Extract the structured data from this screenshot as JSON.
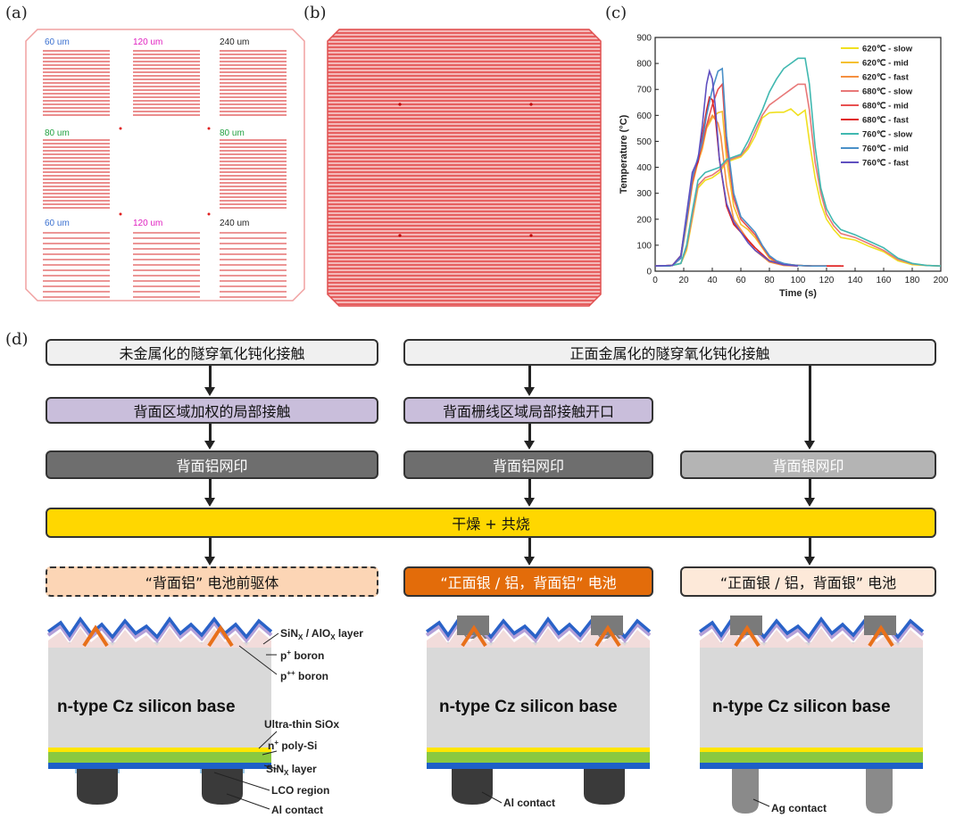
{
  "panels": {
    "a": "(a)",
    "b": "(b)",
    "c": "(c)",
    "d": "(d)"
  },
  "panel_a": {
    "widths_top": [
      "60 um",
      "120 um",
      "240 um"
    ],
    "widths_mid": [
      "80 um",
      "80 um"
    ],
    "widths_bot": [
      "60 um",
      "120 um",
      "240 um"
    ]
  },
  "flow": {
    "top_left": "未金属化的隧穿氧化钝化接触",
    "top_right": "正面金属化的隧穿氧化钝化接触",
    "step2_left": "背面区域加权的局部接触",
    "step2_mid": "背面栅线区域局部接触开口",
    "print_left": "背面铝网印",
    "print_mid": "背面铝网印",
    "print_right": "背面银网印",
    "fire": "干燥 + 共烧",
    "out_left": "“背面铝” 电池前驱体",
    "out_mid": "“正面银 / 铝，背面铝” 电池",
    "out_right": "“正面银 / 铝，背面银” 电池"
  },
  "cross_section": {
    "base_label": "n-type Cz silicon base",
    "layer_sin_alo": "SiN",
    "layer_sin_alo_sub1": "X",
    "layer_sin_alo_mid": " / AlO",
    "layer_sin_alo_sub2": "X",
    "layer_sin_alo_end": " layer",
    "p_boron": "p",
    "p_boron_sup": "+",
    "p_boron_end": " boron",
    "pp_boron": "p",
    "pp_boron_sup": "++",
    "pp_boron_end": " boron",
    "siox": "Ultra-thin SiOx",
    "npoly": "n",
    "npoly_sup": "+",
    "npoly_end": " poly-Si",
    "sinx": "SiN",
    "sinx_sub": "X",
    "sinx_end": " layer",
    "lco": "LCO region",
    "al_contact_left": "Al contact",
    "al_contact_mid": "Al contact",
    "ag_contact_right": "Ag contact"
  },
  "chart_data": {
    "type": "line",
    "xlabel": "Time (s)",
    "ylabel": "Temperature (°C)",
    "xlim": [
      0,
      200
    ],
    "ylim": [
      0,
      900
    ],
    "xticks": [
      0,
      20,
      40,
      60,
      80,
      100,
      120,
      140,
      160,
      180,
      200
    ],
    "yticks": [
      0,
      100,
      200,
      300,
      400,
      500,
      600,
      700,
      800,
      900
    ],
    "legend_position": "top-right",
    "series": [
      {
        "name": "620℃ - slow",
        "color": "#f0e020",
        "x": [
          0,
          10,
          18,
          22,
          26,
          30,
          35,
          40,
          45,
          50,
          55,
          60,
          65,
          70,
          75,
          80,
          85,
          90,
          95,
          100,
          105,
          108,
          112,
          116,
          120,
          125,
          130,
          140,
          150,
          160,
          170,
          180,
          190,
          200
        ],
        "y": [
          20,
          20,
          30,
          80,
          200,
          320,
          350,
          360,
          380,
          420,
          430,
          440,
          470,
          520,
          590,
          610,
          612,
          612,
          625,
          600,
          620,
          500,
          360,
          260,
          200,
          160,
          130,
          120,
          95,
          75,
          40,
          25,
          22,
          20
        ]
      },
      {
        "name": "620℃ - mid",
        "color": "#f5c030",
        "x": [
          0,
          12,
          18,
          22,
          26,
          30,
          33,
          36,
          40,
          44,
          47,
          50,
          55,
          60,
          65,
          70,
          75,
          80,
          85,
          90,
          95,
          100,
          110,
          120
        ],
        "y": [
          20,
          22,
          50,
          180,
          330,
          420,
          470,
          550,
          590,
          610,
          615,
          430,
          250,
          180,
          160,
          130,
          90,
          50,
          30,
          25,
          25,
          22,
          20,
          20
        ]
      },
      {
        "name": "620℃ - fast",
        "color": "#f59040",
        "x": [
          0,
          12,
          18,
          22,
          26,
          30,
          33,
          36,
          40,
          44,
          46,
          50,
          55,
          60,
          65,
          70,
          80,
          90,
          100
        ],
        "y": [
          20,
          22,
          60,
          200,
          360,
          420,
          480,
          560,
          600,
          570,
          520,
          330,
          200,
          160,
          120,
          80,
          35,
          22,
          20
        ]
      },
      {
        "name": "680℃ - slow",
        "color": "#e87878",
        "x": [
          0,
          10,
          18,
          22,
          26,
          30,
          35,
          40,
          45,
          50,
          55,
          60,
          65,
          70,
          75,
          80,
          85,
          90,
          95,
          100,
          105,
          108,
          112,
          116,
          120,
          125,
          130,
          140,
          150,
          160,
          170,
          180,
          190,
          200
        ],
        "y": [
          20,
          20,
          30,
          90,
          210,
          330,
          360,
          370,
          390,
          425,
          435,
          445,
          480,
          540,
          600,
          640,
          660,
          680,
          700,
          720,
          720,
          620,
          420,
          300,
          220,
          175,
          145,
          130,
          105,
          80,
          45,
          28,
          22,
          20
        ]
      },
      {
        "name": "680℃ - mid",
        "color": "#e85050",
        "x": [
          0,
          12,
          18,
          22,
          26,
          30,
          33,
          36,
          40,
          44,
          47,
          50,
          55,
          60,
          65,
          70,
          75,
          80,
          85,
          90,
          95,
          100,
          110,
          120,
          130
        ],
        "y": [
          20,
          22,
          50,
          190,
          340,
          430,
          490,
          560,
          640,
          700,
          720,
          480,
          280,
          200,
          170,
          140,
          95,
          55,
          35,
          28,
          25,
          22,
          20,
          20,
          20
        ]
      },
      {
        "name": "680℃ - fast",
        "color": "#e02020",
        "x": [
          0,
          12,
          18,
          22,
          26,
          30,
          33,
          36,
          38,
          40,
          42,
          45,
          50,
          55,
          60,
          65,
          70,
          80,
          90,
          100,
          110,
          120,
          132
        ],
        "y": [
          20,
          22,
          60,
          210,
          370,
          420,
          520,
          620,
          670,
          660,
          600,
          430,
          250,
          180,
          150,
          120,
          90,
          40,
          25,
          22,
          20,
          20,
          20
        ]
      },
      {
        "name": "760℃ - slow",
        "color": "#40b8b0",
        "x": [
          0,
          10,
          18,
          22,
          26,
          30,
          35,
          40,
          45,
          50,
          55,
          60,
          65,
          70,
          75,
          80,
          85,
          90,
          95,
          100,
          105,
          108,
          112,
          116,
          120,
          125,
          130,
          140,
          150,
          160,
          170,
          180,
          190,
          200
        ],
        "y": [
          20,
          20,
          30,
          100,
          230,
          350,
          380,
          390,
          400,
          430,
          440,
          450,
          500,
          560,
          620,
          690,
          740,
          780,
          800,
          820,
          820,
          720,
          480,
          320,
          240,
          190,
          160,
          140,
          115,
          90,
          50,
          30,
          22,
          20
        ]
      },
      {
        "name": "760℃ - mid",
        "color": "#4a90c8",
        "x": [
          0,
          12,
          18,
          22,
          26,
          30,
          33,
          36,
          40,
          44,
          47,
          50,
          55,
          60,
          65,
          70,
          75,
          80,
          85,
          90,
          95,
          100,
          110,
          120
        ],
        "y": [
          20,
          22,
          50,
          200,
          360,
          440,
          500,
          600,
          700,
          770,
          780,
          520,
          300,
          210,
          180,
          150,
          100,
          60,
          40,
          30,
          25,
          22,
          20,
          20
        ]
      },
      {
        "name": "760℃ - fast",
        "color": "#6050c0",
        "x": [
          0,
          12,
          18,
          22,
          26,
          30,
          33,
          36,
          38,
          40,
          42,
          45,
          50,
          55,
          60,
          65,
          70,
          80,
          90,
          100
        ],
        "y": [
          20,
          22,
          60,
          220,
          380,
          430,
          560,
          720,
          770,
          740,
          640,
          430,
          260,
          190,
          150,
          110,
          80,
          40,
          25,
          20
        ]
      }
    ]
  }
}
